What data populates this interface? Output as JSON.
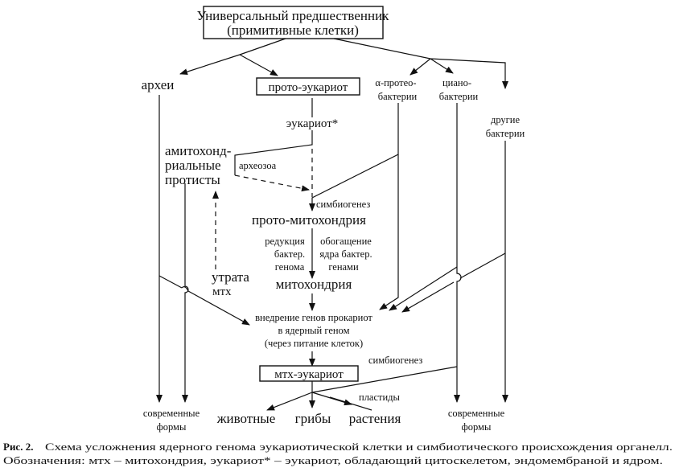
{
  "diagram": {
    "root": {
      "line1": "Универсальный предшественник",
      "line2": "(примитивные клетки)"
    },
    "archaea": "археи",
    "proto_eukaryote": "прото-эукариот",
    "alpha_proteo": {
      "line1": "α-протео-",
      "line2": "бактерии"
    },
    "cyano": {
      "line1": "циано-",
      "line2": "бактерии"
    },
    "other_bacteria": {
      "line1": "другие",
      "line2": "бактерии"
    },
    "eukaryote_star": "эукариот*",
    "amito": {
      "line1": "амитохонд-",
      "line2": "риальные",
      "line3": "протисты"
    },
    "archezoa": "археозоа",
    "symbiogenesis_1": "симбиогенез",
    "proto_mito": "прото-митохондрия",
    "reduction": {
      "line1": "редукция",
      "line2": "бактер.",
      "line3": "генома"
    },
    "enrichment": {
      "line1": "обогащение",
      "line2": "ядра бактер.",
      "line3": "генами"
    },
    "loss": {
      "line1": "утрата",
      "line2": "мтх"
    },
    "mitochondria": "митохондрия",
    "integration": {
      "line1": "внедрение генов прокариот",
      "line2": "в ядерный геном",
      "line3": "(через питание клеток)"
    },
    "symbiogenesis_2": "симбиогенез",
    "mtx_eukaryote": "мтх-эукариот",
    "plastids": "пластиды",
    "animals": "животные",
    "fungi": "грибы",
    "plants": "растения",
    "modern_left": {
      "line1": "современные",
      "line2": "формы"
    },
    "modern_right": {
      "line1": "современные",
      "line2": "формы"
    }
  },
  "caption": {
    "label": "Рис. 2.",
    "line1": "Схема усложнения ядерного генома эукариотической клетки и симбиотического происхождения органелл.",
    "line2": "Обозначения: мтх – митохондрия, эукариот* – эукариот, обладающий цитоскелетом, эндомембраной и ядром."
  }
}
